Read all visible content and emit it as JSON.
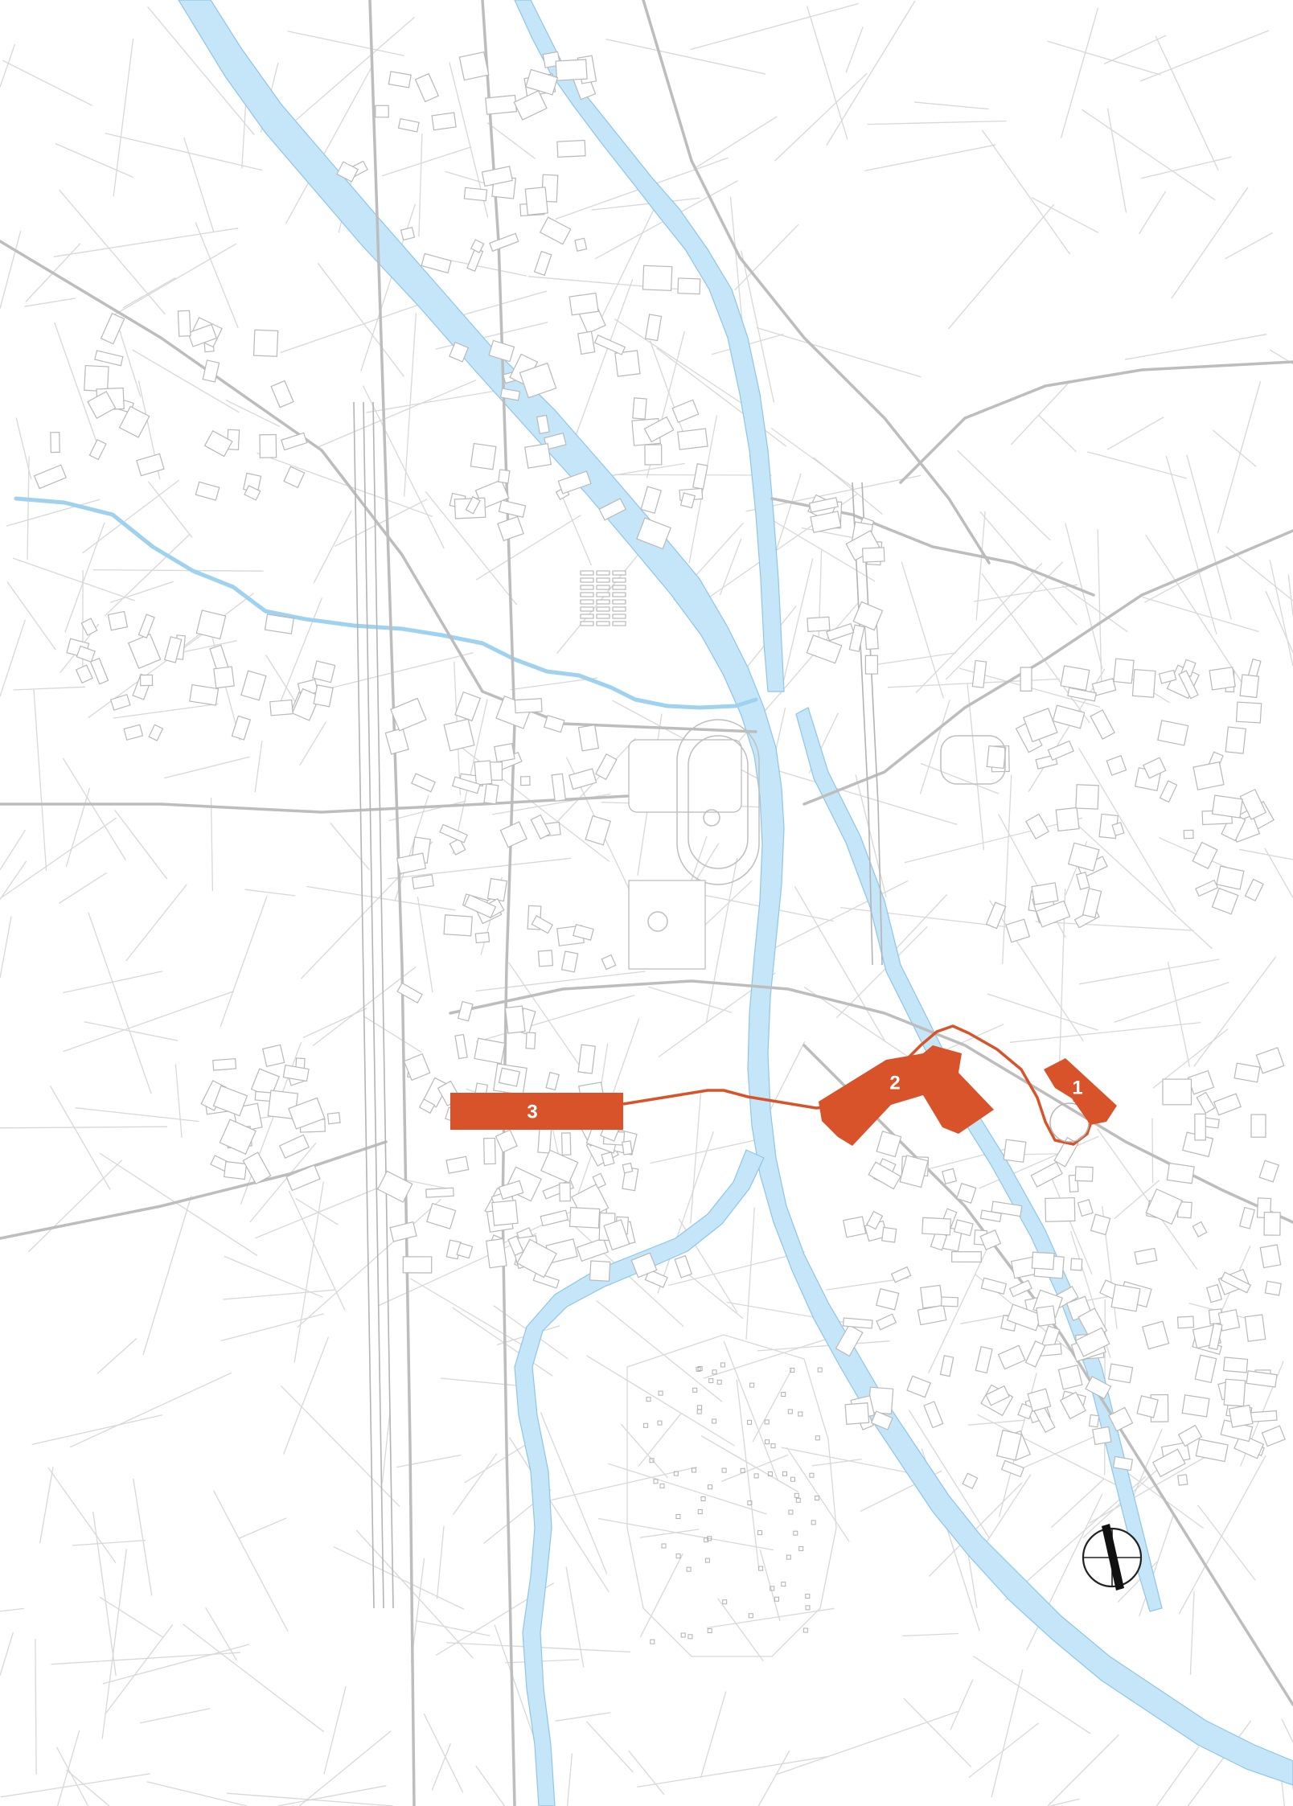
{
  "map": {
    "markers": [
      {
        "id": "site-1",
        "label": "1"
      },
      {
        "id": "site-2",
        "label": "2"
      },
      {
        "id": "site-3",
        "label": "3"
      }
    ],
    "colors": {
      "site": "#d9532a",
      "water": "#c5e6f8",
      "water_edge": "#8fc6e6",
      "streets": "#c9c9c9",
      "background": "#ffffff"
    },
    "icons": [
      "north-arrow-icon"
    ]
  }
}
